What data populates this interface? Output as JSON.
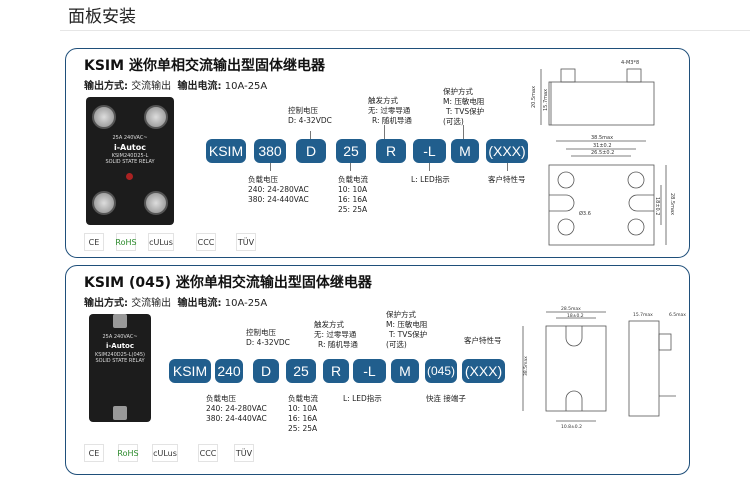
{
  "heading": "面板安装",
  "cards": [
    {
      "title": "KSIM 迷你单相交流输出型固体继电器",
      "output_mode_label": "输出方式:",
      "output_mode": "交流输出",
      "output_current_label": "输出电流:",
      "output_current": "10A-25A",
      "product": {
        "brand": "i-Autoc",
        "model": "KSIM240D25-L",
        "type": "SOLID STATE RELAY",
        "rating": "25A 240VAC~"
      },
      "codes": [
        "KSIM",
        "380",
        "D",
        "25",
        "R",
        "-L",
        "M",
        "(XXX)"
      ],
      "labels": {
        "ctrl_title": "控制电压",
        "ctrl_d": "D: 4-32VDC",
        "trig_title": "触发方式",
        "trig_none": "无: 过零导通",
        "trig_r": "R: 随机导通",
        "prot_title": "保护方式",
        "prot_m": "M: 压敏电阻",
        "prot_t": "T: TVS保护",
        "prot_opt": "(可选)",
        "load_v_title": "负载电压",
        "load_v_240": "240: 24-280VAC",
        "load_v_380": "380: 24-440VAC",
        "load_i_title": "负载电流",
        "load_i_10": "10: 10A",
        "load_i_16": "16: 16A",
        "load_i_25": "25: 25A",
        "led": "L: LED指示",
        "cust": "客户特性号"
      },
      "dims": {
        "d1": "4-M3*8",
        "d2": "20.5max",
        "d3": "15.7max",
        "d4": "38.5max",
        "d5": "31±0.2",
        "d6": "26.5±0.2",
        "d7": "28.5max",
        "d8": "18±0.2",
        "d9": "Ø3.6"
      }
    },
    {
      "title": "KSIM (045) 迷你单相交流输出型固体继电器",
      "output_mode_label": "输出方式:",
      "output_mode": "交流输出",
      "output_current_label": "输出电流:",
      "output_current": "10A-25A",
      "product": {
        "brand": "i-Autoc",
        "model": "KSIM240D25-L(045)",
        "type": "SOLID STATE RELAY",
        "rating": "25A 240VAC~"
      },
      "codes": [
        "KSIM",
        "240",
        "D",
        "25",
        "R",
        "-L",
        "M",
        "(045)",
        "(XXX)"
      ],
      "labels": {
        "ctrl_title": "控制电压",
        "ctrl_d": "D: 4-32VDC",
        "trig_title": "触发方式",
        "trig_none": "无: 过零导通",
        "trig_r": "R: 随机导通",
        "prot_title": "保护方式",
        "prot_m": "M: 压敏电阻",
        "prot_t": "T: TVS保护",
        "prot_opt": "(可选)",
        "load_v_title": "负载电压",
        "load_v_240": "240: 24-280VAC",
        "load_v_380": "380: 24-440VAC",
        "load_i_title": "负载电流",
        "load_i_10": "10: 10A",
        "load_i_16": "16: 16A",
        "load_i_25": "25: 25A",
        "led": "L: LED指示",
        "quick": "快连 接端子",
        "cust": "客户特性号"
      },
      "dims": {
        "d1": "28.5max",
        "d2": "18±0.2",
        "d3": "15.7max",
        "d4": "6.5max",
        "d5": "38.5max",
        "d6": "10.8±0.2"
      }
    }
  ],
  "certs": [
    "CE",
    "RoHS",
    "cULus",
    "CCC",
    "TÜV"
  ]
}
